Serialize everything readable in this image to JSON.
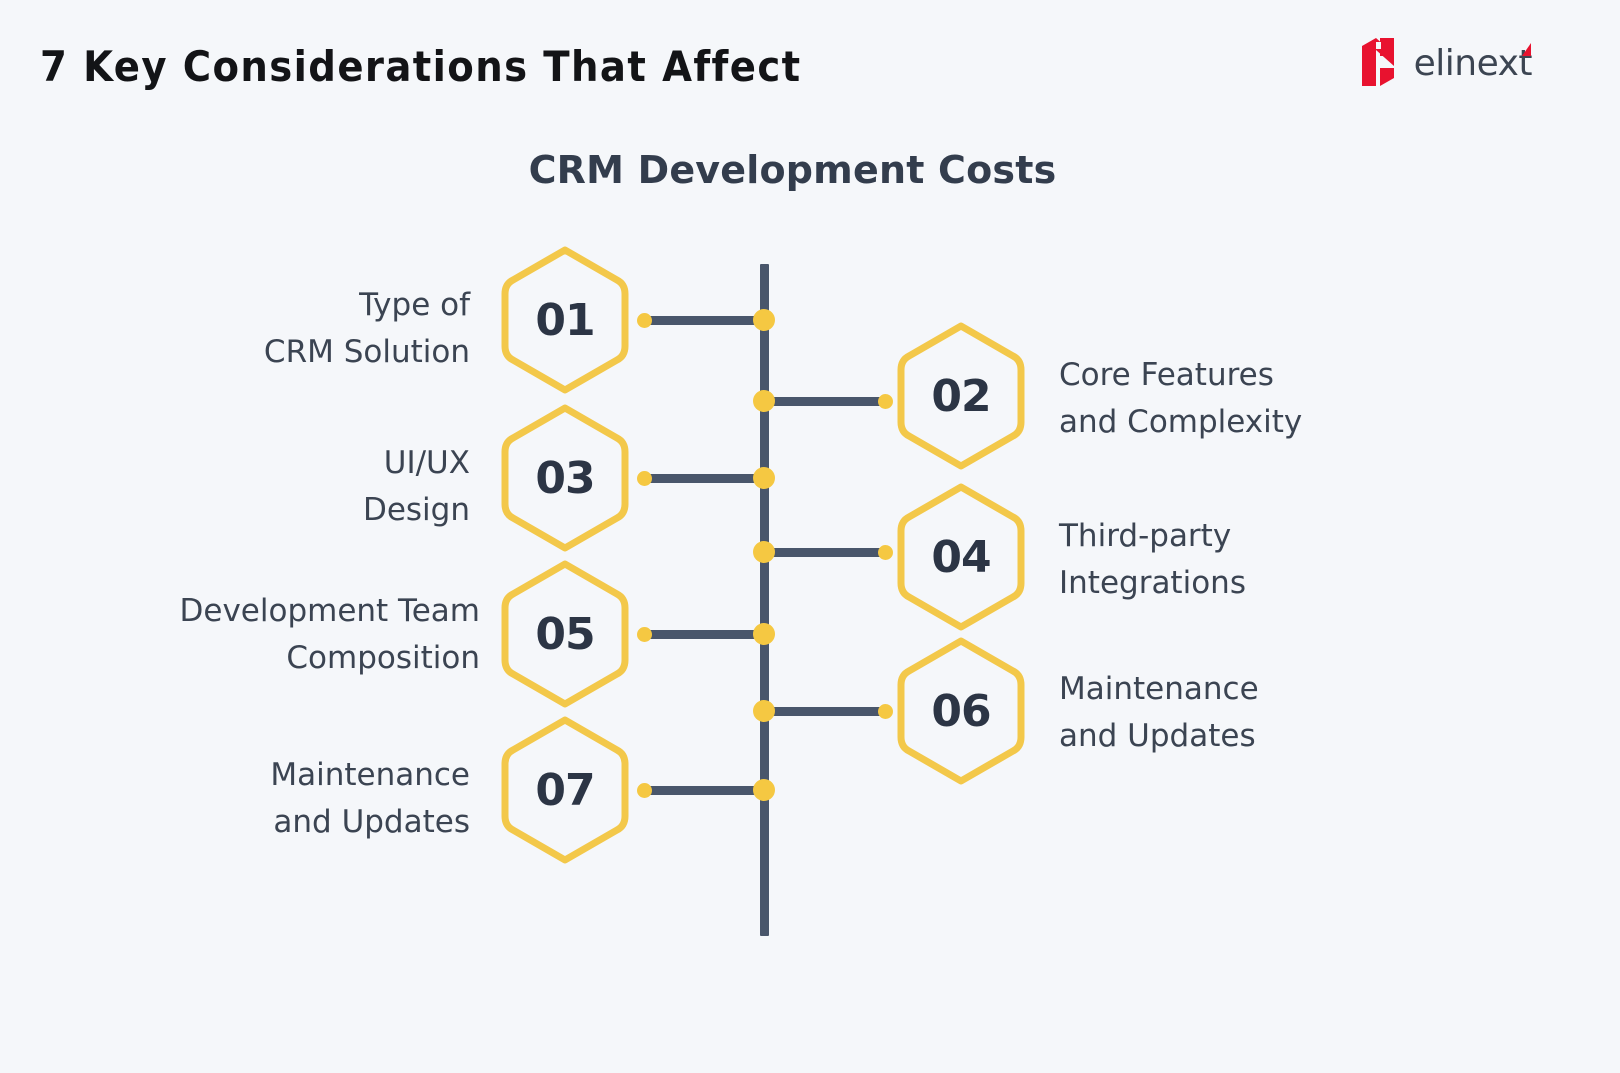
{
  "header": {
    "title": "7 Key Considerations That Affect",
    "logo": {
      "mark": "elinext-n-mark-icon",
      "wordmark": "elinext",
      "mark_color": "#e8122f",
      "word_color": "#3c4552"
    }
  },
  "subtitle": "CRM Development Costs",
  "theme": {
    "background": "#f5f7fa",
    "accent_yellow": "#f5c842",
    "hex_outline": "#f3c84a",
    "line_dark": "#49566b",
    "text_dark": "#3b4452",
    "number_dark": "#2c3545",
    "title_dark": "#131417"
  },
  "diagram": {
    "type": "timeline",
    "orientation": "vertical-spine-alternating",
    "items": [
      {
        "number": "01",
        "label": "Type of\nCRM Solution",
        "side": "left"
      },
      {
        "number": "02",
        "label": "Core Features\nand Complexity",
        "side": "right"
      },
      {
        "number": "03",
        "label": "UI/UX\nDesign",
        "side": "left"
      },
      {
        "number": "04",
        "label": "Third-party\nIntegrations",
        "side": "right"
      },
      {
        "number": "05",
        "label": "Development Team\nComposition",
        "side": "left"
      },
      {
        "number": "06",
        "label": "Maintenance\nand Updates",
        "side": "right"
      },
      {
        "number": "07",
        "label": "Maintenance\nand Updates",
        "side": "left"
      }
    ]
  }
}
